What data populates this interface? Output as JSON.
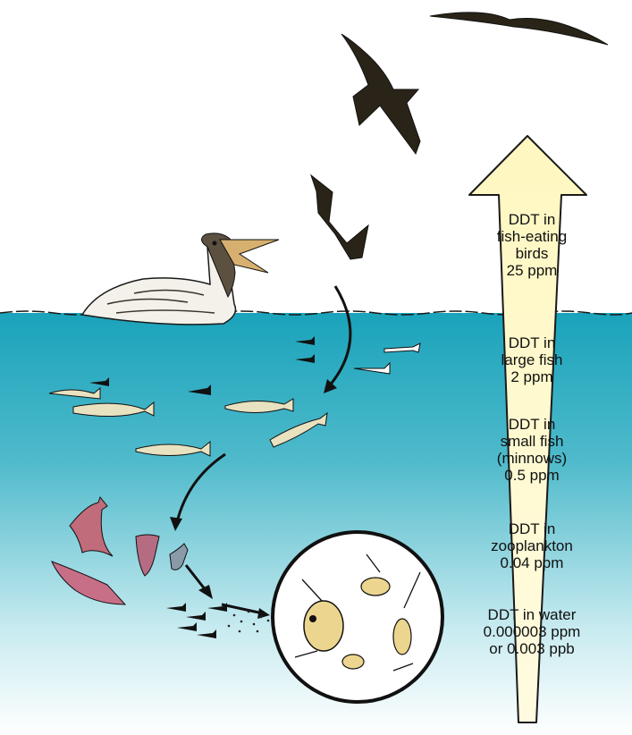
{
  "colors": {
    "water_top": "#1aa3bb",
    "water_bottom": "#ffffff",
    "arrow_fill": "#fff7c0",
    "arrow_outline": "#1a1a1a",
    "ink": "#111111"
  },
  "levels": [
    {
      "lines": [
        "DDT in",
        "fish-eating",
        "birds",
        "25 ppm"
      ]
    },
    {
      "lines": [
        "DDT in",
        "large fish",
        "2 ppm"
      ]
    },
    {
      "lines": [
        "DDT in",
        "small fish",
        "(minnows)",
        "0.5 ppm"
      ]
    },
    {
      "lines": [
        "DDT in",
        "zooplankton",
        "0.04 ppm"
      ]
    },
    {
      "lines": [
        "DDT in water",
        "0.000003 ppm",
        "or 0.003 ppb"
      ]
    }
  ]
}
